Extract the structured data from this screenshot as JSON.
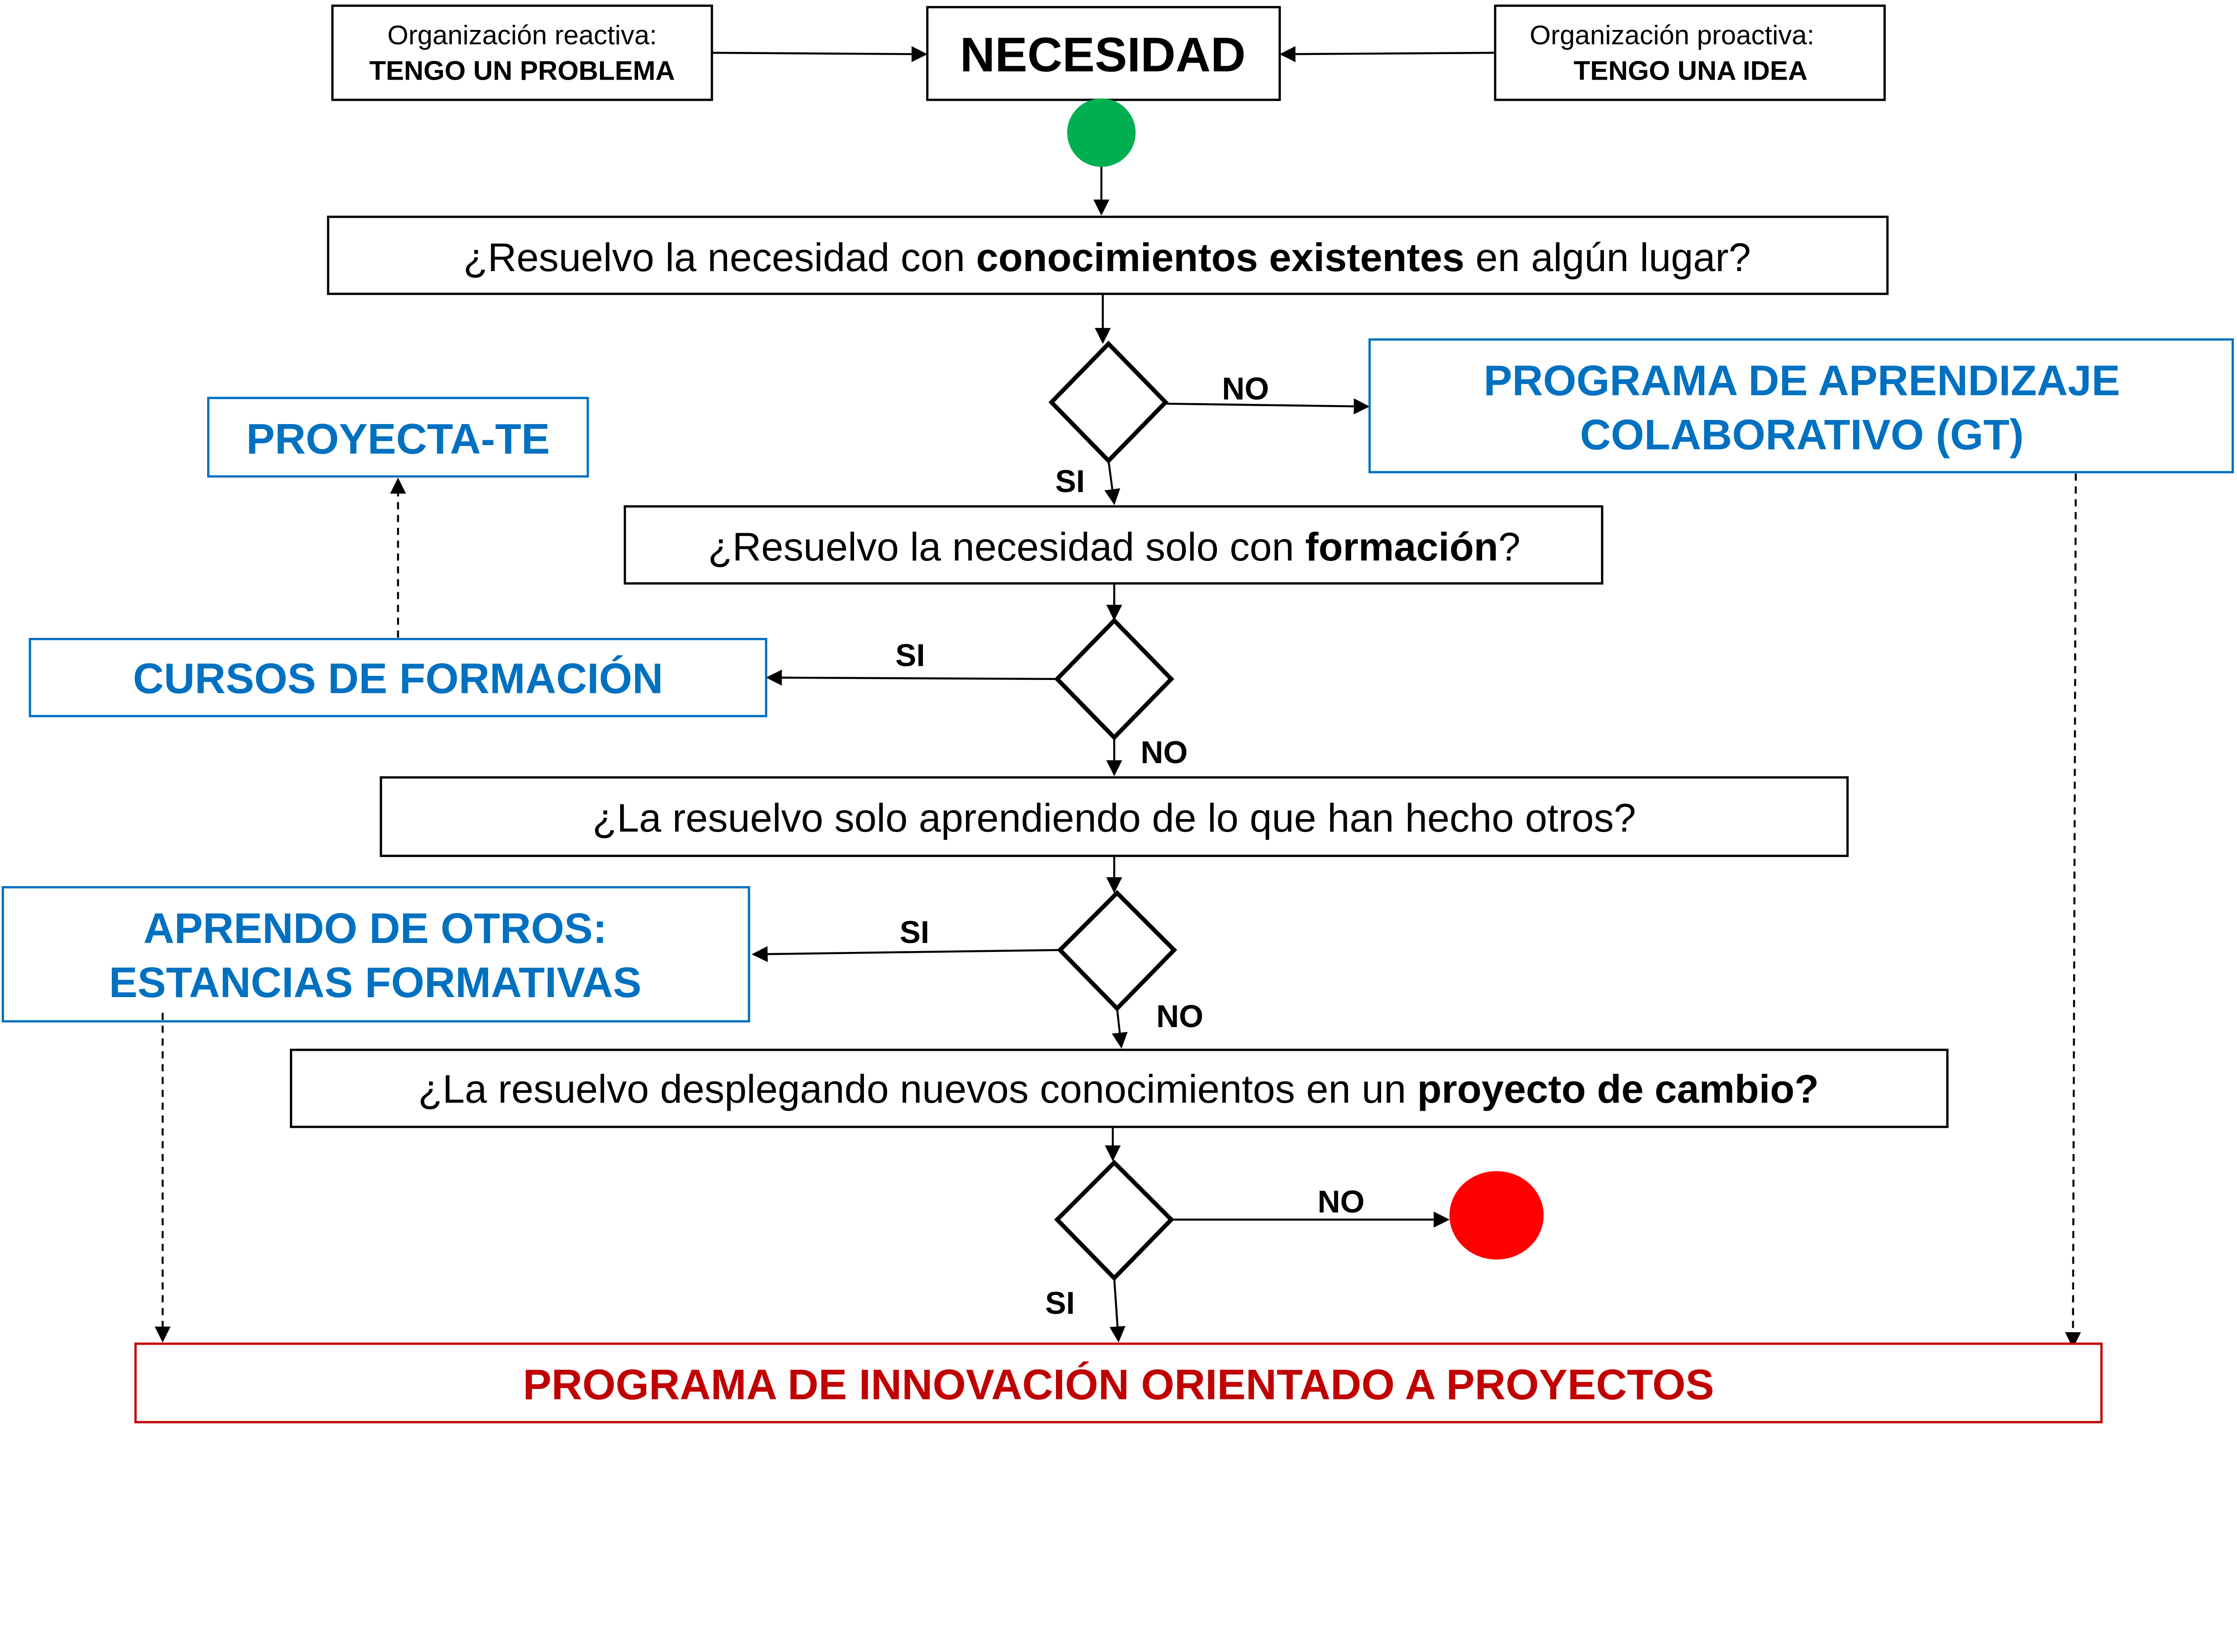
{
  "colors": {
    "blue": "#0070C0",
    "dark_red": "#C00000",
    "start": "#00B050",
    "end": "#FF0000"
  },
  "top": {
    "reactive": {
      "line1": "Organización reactiva:",
      "line2": "TENGO UN PROBLEMA"
    },
    "need": "NECESIDAD",
    "proactive": {
      "line1": "Organización proactiva:",
      "line2": "TENGO UNA IDEA"
    }
  },
  "q1": {
    "pre": "¿Resuelvo la necesidad con ",
    "bold": "conocimientos existentes",
    "post": " en algún lugar?"
  },
  "q2": {
    "pre": "¿Resuelvo la necesidad solo con ",
    "bold": "formación",
    "post": "?"
  },
  "q3": {
    "text": "¿La resuelvo solo aprendiendo de lo que han hecho otros?"
  },
  "q4": {
    "pre": "¿La resuelvo desplegando nuevos conocimientos en un ",
    "bold": "proyecto de cambio?"
  },
  "outcomes": {
    "gt": {
      "line1": "PROGRAMA DE APRENDIZAJE",
      "line2": "COLABORATIVO (GT)"
    },
    "proyecta": "PROYECTA-TE",
    "cursos": "CURSOS DE FORMACIÓN",
    "aprendo": {
      "line1": "APRENDO DE OTROS:",
      "line2": "ESTANCIAS FORMATIVAS"
    },
    "innovacion": "PROGRAMA DE INNOVACIÓN ORIENTADO A PROYECTOS"
  },
  "labels": {
    "yes": "SI",
    "no": "NO"
  }
}
